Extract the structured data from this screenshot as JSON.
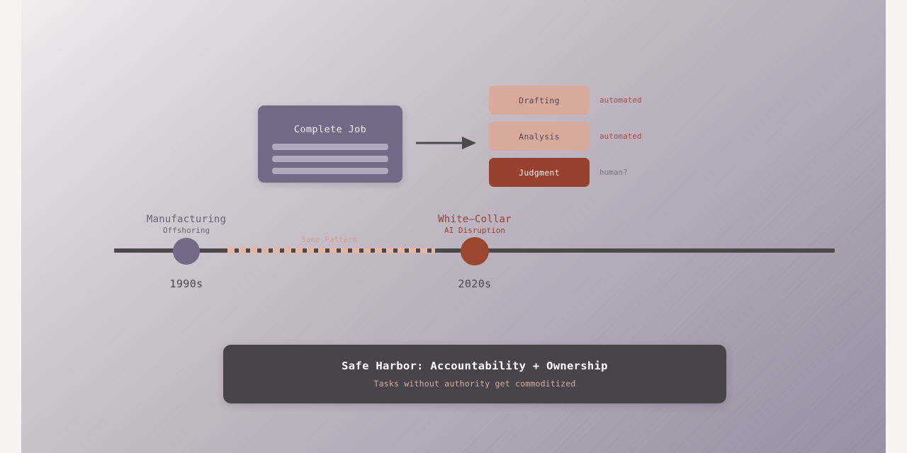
{
  "job_card": {
    "title": "Complete Job",
    "placeholder_line_count": 3
  },
  "flow": {
    "arrow_icon": "arrow-right-icon"
  },
  "tasks": [
    {
      "label": "Drafting",
      "status": "automated",
      "kind": "automated"
    },
    {
      "label": "Analysis",
      "status": "automated",
      "kind": "automated"
    },
    {
      "label": "Judgment",
      "status": "human?",
      "kind": "human"
    }
  ],
  "timeline": {
    "connector_label": "Same Pattern",
    "nodes": [
      {
        "title": "Manufacturing",
        "subtitle": "Offshoring",
        "date": "1990s",
        "color": "#756987"
      },
      {
        "title": "White—Collar",
        "subtitle": "AI Disruption",
        "date": "2020s",
        "color": "#9b4730"
      }
    ]
  },
  "banner": {
    "title": "Safe Harbor: Accountability + Ownership",
    "subtitle": "Tasks without authority get commoditized"
  },
  "colors": {
    "purple": "#756987",
    "rust": "#9b4730",
    "salmon": "#d9aa9c",
    "banner_bg": "#47454a",
    "line": "#4a4a4a"
  }
}
